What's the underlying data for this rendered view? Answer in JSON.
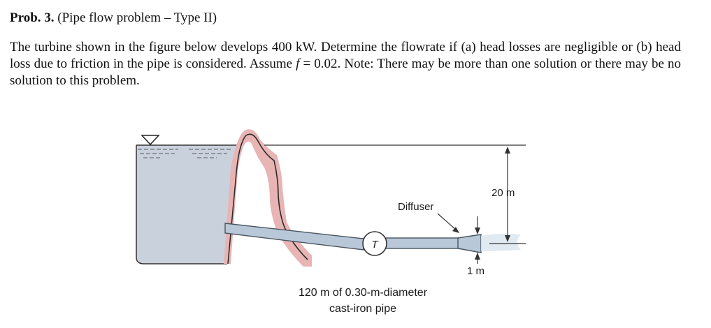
{
  "heading": {
    "number": "Prob. 3.",
    "subtitle": "(Pipe flow problem – Type II)"
  },
  "problem": {
    "text_before_f": "The turbine shown in the figure below develops 400 kW. Determine the flowrate if (a) head losses are negligible or (b) head loss due to friction in the pipe is considered. Assume ",
    "f_symbol": "f",
    "text_after_f": " = 0.02. Note: There may be more than one solution or there may be no solution to this problem."
  },
  "figure": {
    "turbine_symbol": "T",
    "diffuser_label": "Diffuser",
    "height_label": "20 m",
    "diffuser_length_label": "1 m",
    "pipe_label_line1": "120 m of 0.30-m-diameter",
    "pipe_label_line2": "cast-iron pipe",
    "colors": {
      "water": "#c9d2dc",
      "pipe": "#b8c8d8",
      "pipe_outline": "#4a5560",
      "rock": "#e8b4b4",
      "line": "#333333"
    }
  }
}
